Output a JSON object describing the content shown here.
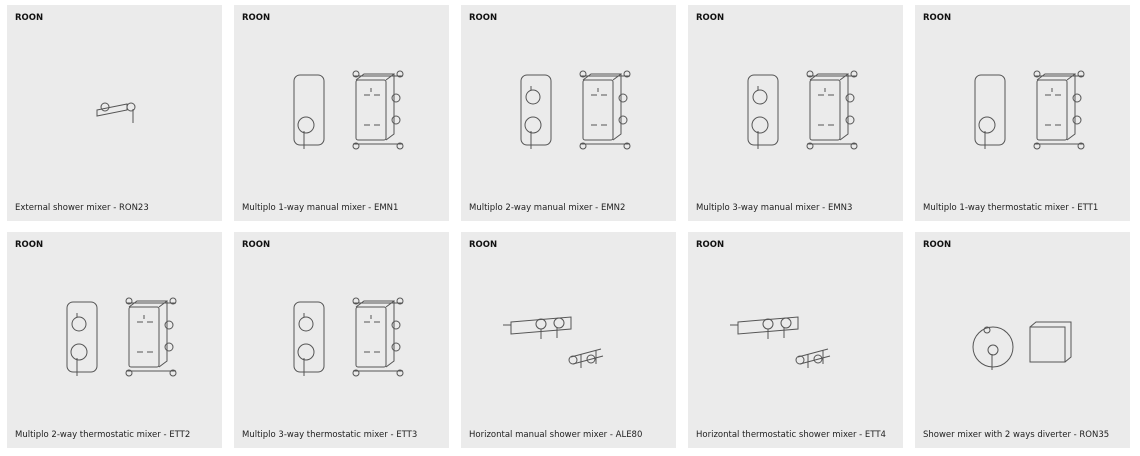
{
  "products": [
    {
      "brand": "ROON",
      "title": "External shower mixer - RON23",
      "icon": "external-mixer-icon"
    },
    {
      "brand": "ROON",
      "title": "Multiplo 1-way manual mixer - EMN1",
      "icon": "plate-1-knob-icon"
    },
    {
      "brand": "ROON",
      "title": "Multiplo 2-way manual mixer - EMN2",
      "icon": "plate-2-knob-icon"
    },
    {
      "brand": "ROON",
      "title": "Multiplo 3-way manual mixer - EMN3",
      "icon": "plate-2-knob-icon"
    },
    {
      "brand": "ROON",
      "title": "Multiplo 1-way thermostatic mixer - ETT1",
      "icon": "plate-1-knob-icon"
    },
    {
      "brand": "ROON",
      "title": "Multiplo 2-way thermostatic mixer - ETT2",
      "icon": "plate-2-knob-icon"
    },
    {
      "brand": "ROON",
      "title": "Multiplo 3-way thermostatic mixer - ETT3",
      "icon": "plate-2-knob-icon"
    },
    {
      "brand": "ROON",
      "title": "Horizontal manual shower mixer - ALE80",
      "icon": "horizontal-mixer-icon"
    },
    {
      "brand": "ROON",
      "title": "Horizontal thermostatic shower mixer - ETT4",
      "icon": "horizontal-mixer-icon"
    },
    {
      "brand": "ROON",
      "title": "Shower mixer with 2 ways diverter - RON35",
      "icon": "diverter-mixer-icon"
    }
  ]
}
